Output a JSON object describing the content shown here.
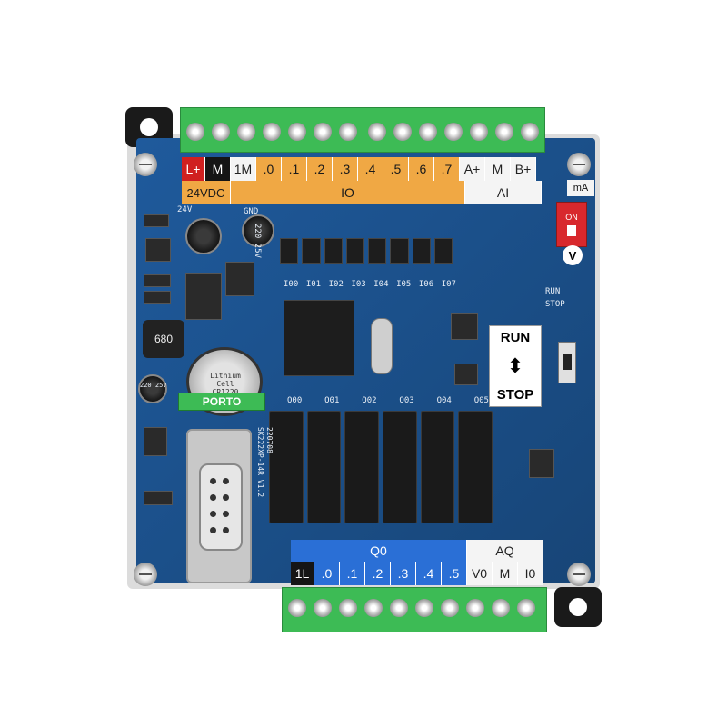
{
  "top_strip": {
    "row1": [
      "L+",
      "M",
      "1M",
      ".0",
      ".1",
      ".2",
      ".3",
      ".4",
      ".5",
      ".6",
      ".7",
      "A+",
      "M",
      "B+"
    ],
    "row2_24": "24VDC",
    "row2_io": "IO",
    "row2_ai": "AI"
  },
  "bottom_strip": {
    "row1_q": "Q0",
    "row1_aq": "AQ",
    "row2": [
      "1L",
      ".0",
      ".1",
      ".2",
      ".3",
      ".4",
      ".5",
      "V0",
      "M",
      "I0"
    ]
  },
  "run_stop": {
    "run": "RUN",
    "stop": "STOP"
  },
  "porto": "PORTO",
  "mode_switch": {
    "on": "ON",
    "unit": "mA",
    "v": "V"
  },
  "silk": {
    "inputs": [
      "I00",
      "I01",
      "I02",
      "I03",
      "I04",
      "I05",
      "I06",
      "I07"
    ],
    "outputs": [
      "Q00",
      "Q01",
      "Q02",
      "Q03",
      "Q04",
      "Q05"
    ],
    "run": "RUN",
    "stop": "STOP",
    "board_model": "SK222XP-14R V1.2",
    "date": "220708",
    "inductor": "680",
    "cap1": "220 25V",
    "cap2": "220 25V",
    "gnd": "GND",
    "v24": "24V",
    "battery": "Lithium Cell CR1220"
  },
  "colors": {
    "board": "#1c4f8a",
    "terminal": "#3dbb55",
    "io_strip": "#f0a844",
    "q_strip": "#2a6fd6"
  }
}
